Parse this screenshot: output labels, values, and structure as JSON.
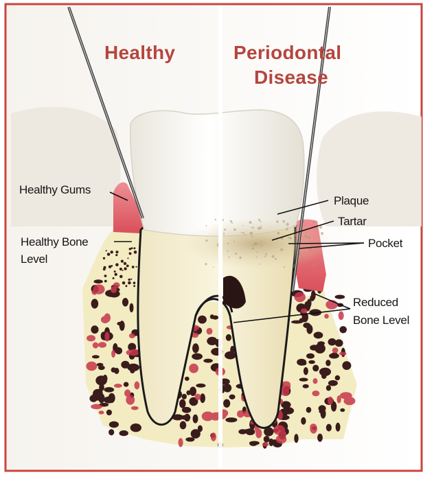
{
  "titles": {
    "healthy": "Healthy",
    "disease_line1": "Periodontal",
    "disease_line2": "Disease"
  },
  "labels": {
    "healthy_gums": "Healthy Gums",
    "healthy_bone_line1": "Healthy Bone",
    "healthy_bone_line2": "Level",
    "plaque": "Plaque",
    "tartar": "Tartar",
    "pocket": "Pocket",
    "reduced_bone_line1": "Reduced",
    "reduced_bone_line2": "Bone Level"
  },
  "colors": {
    "title": "#b5453e",
    "frame": "#c8463c",
    "gum": "#e3757a",
    "bone": "#f3ecc2",
    "bone_pores": "#3a1c1c",
    "tooth": "#f7f5ec",
    "tartar": "#c9b98f",
    "probe": "#7a7a7a"
  }
}
